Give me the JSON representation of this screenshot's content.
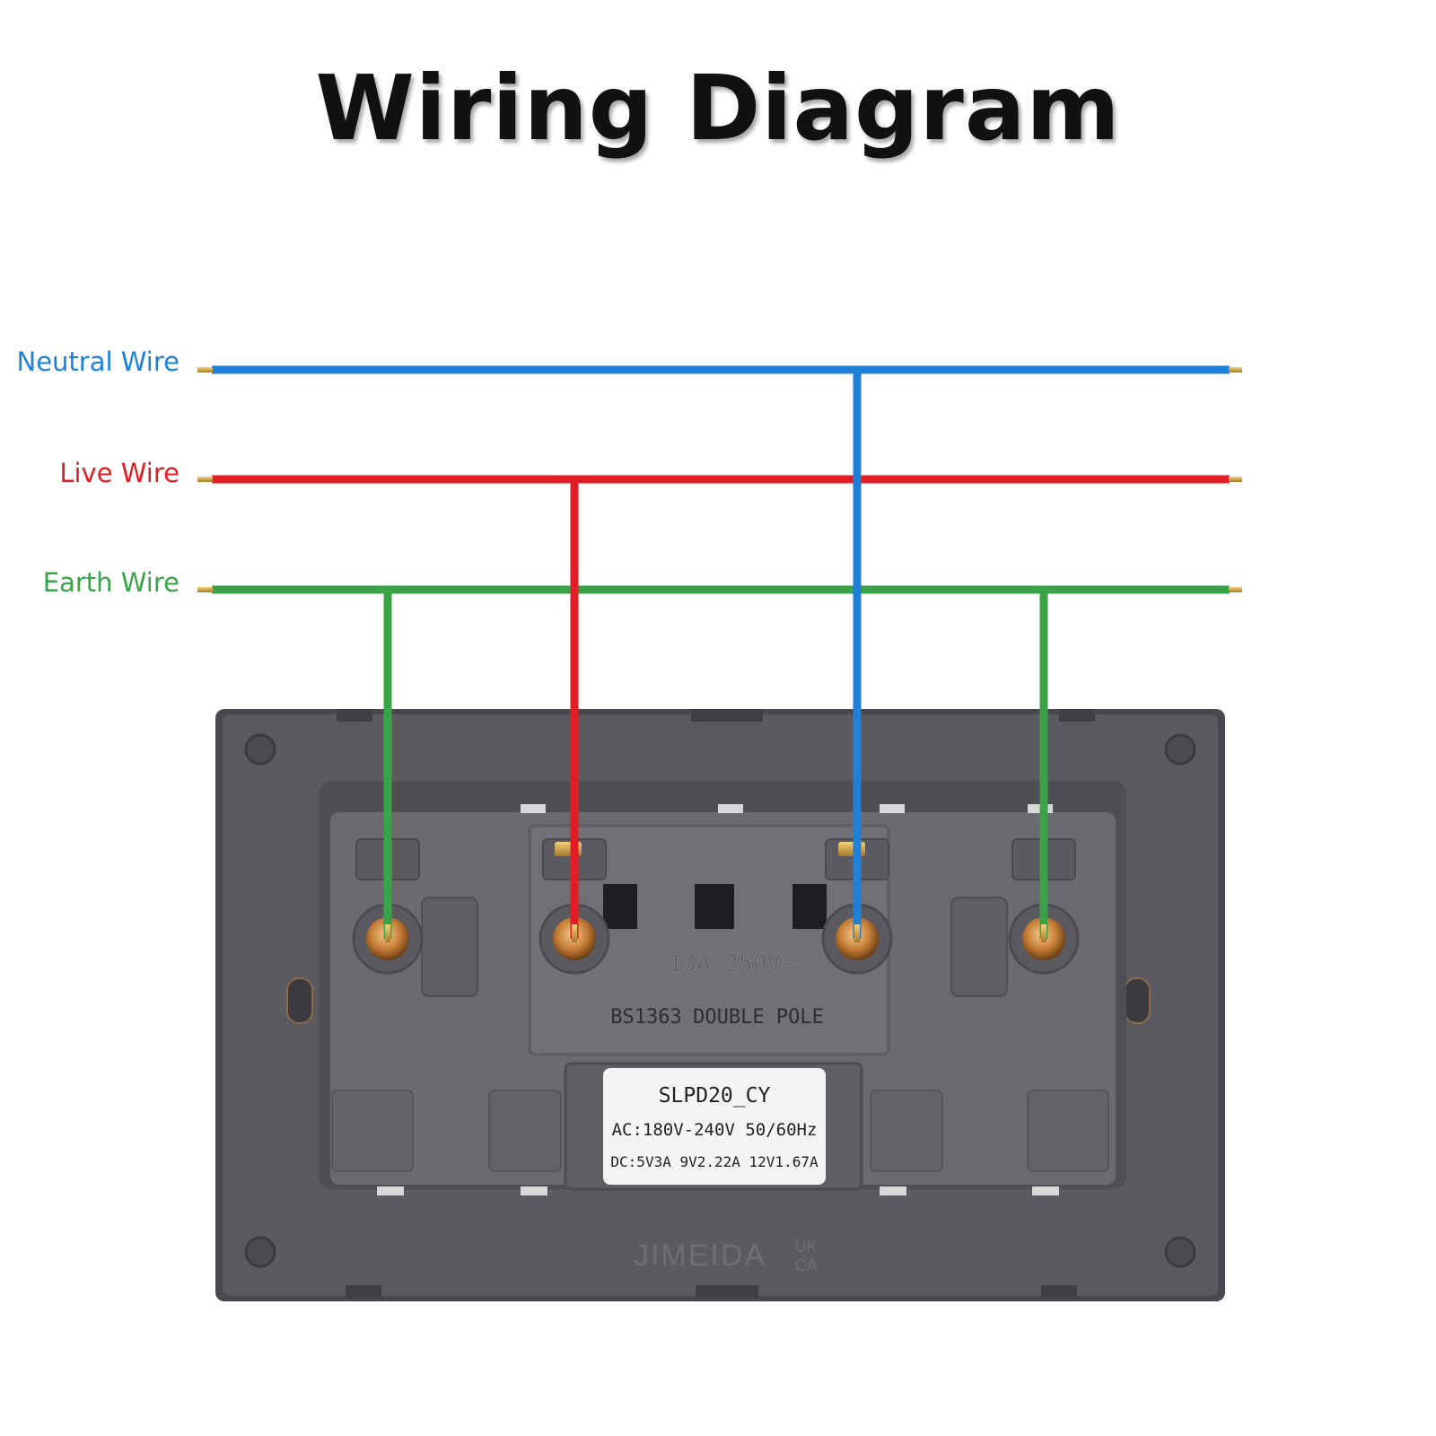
{
  "title": "Wiring Diagram",
  "wires": {
    "neutral": {
      "label": "Neutral Wire",
      "color": "#1f80d8"
    },
    "live": {
      "label": "Live Wire",
      "color": "#e11e25"
    },
    "earth": {
      "label": "Earth Wire",
      "color": "#3aa348"
    }
  },
  "socket": {
    "rating": "13A 250V~",
    "standard": "BS1363",
    "pole_type": "DOUBLE POLE",
    "module_model": "SLPD20_CY",
    "module_ac": "AC:180V-240V 50/60Hz",
    "module_dc": "DC:5V3A 9V2.22A 12V1.67A",
    "brand": "JIMEIDA",
    "mark_top": "UK",
    "mark_bottom": "CA",
    "plate_color": "#5a5a60",
    "body_color": "#6e6e72"
  }
}
